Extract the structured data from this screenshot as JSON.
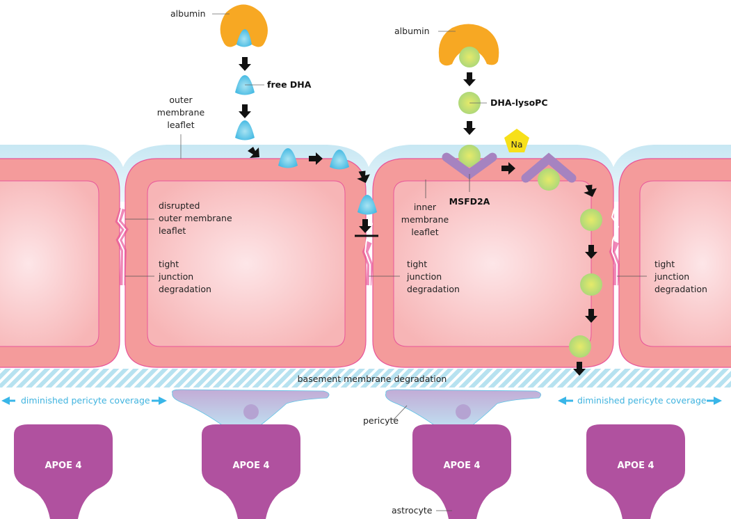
{
  "colors": {
    "albumin": "#f7a823",
    "free_dha": "#3fb8e3",
    "dha_lysopc": "#b5d96a",
    "msfd2a": "#a683c0",
    "sodium": "#f7e019",
    "cell_outer": "#f49b9b",
    "cell_inner": "#f8b9b9",
    "cell_border": "#e8559a",
    "glycocalyx": "#cdeaf5",
    "basement_membrane": "#bfe6f2",
    "pericyte": "#c7b7dc",
    "astrocyte": "#b0519f",
    "coverage_text": "#3fb3df"
  },
  "labels": {
    "albumin_left": "albumin",
    "free_dha": "free DHA",
    "outer_membrane_leaflet": [
      "outer",
      "membrane",
      "leaflet"
    ],
    "albumin_right": "albumin",
    "dha_lysopc": "DHA-lysoPC",
    "sodium": "Na",
    "msfd2a": "MSFD2A",
    "disrupted_outer_leaflet": [
      "disrupted",
      "outer membrane",
      "leaflet"
    ],
    "tight_junction_1": [
      "tight",
      "junction",
      "degradation"
    ],
    "tight_junction_2": [
      "tight",
      "junction",
      "degradation"
    ],
    "tight_junction_3": [
      "tight",
      "junction",
      "degradation"
    ],
    "inner_membrane_leaflet": [
      "inner",
      "membrane",
      "leaflet"
    ],
    "basement_membrane": "basement membrane degradation",
    "pericyte_coverage_left": "diminished pericyte coverage",
    "pericyte_coverage_right": "diminished pericyte coverage",
    "pericyte": "pericyte",
    "astrocyte": "astrocyte",
    "apoe": [
      "APOE 4",
      "APOE 4",
      "APOE 4",
      "APOE 4"
    ]
  }
}
